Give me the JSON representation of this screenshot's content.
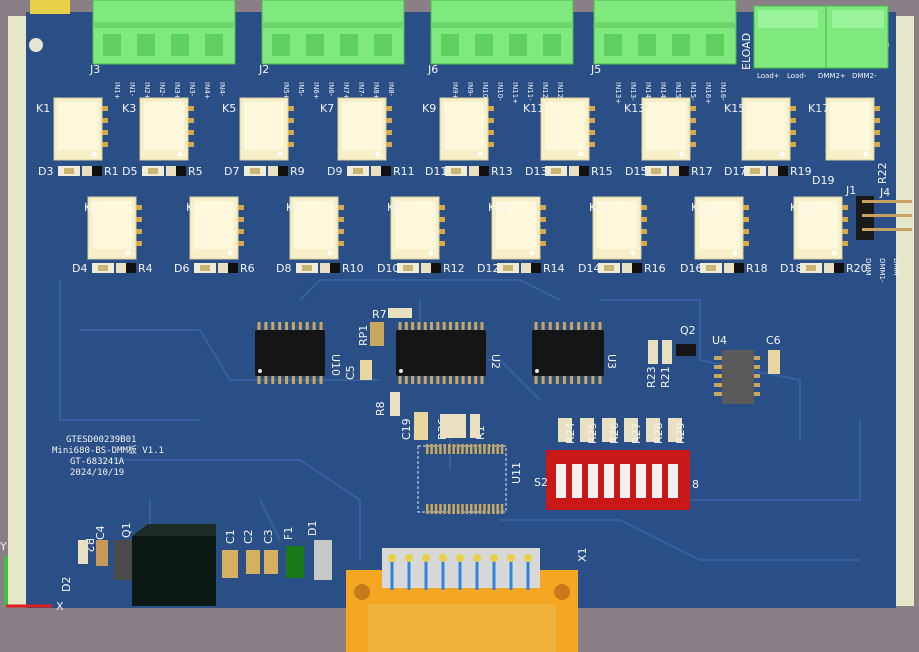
{
  "board_info": {
    "part_number": "GTESD00239B01",
    "board_name": "Mini680-BS-DMM板 V1.1",
    "sub_id": "GT-683241A",
    "date": "2024/10/19"
  },
  "connectors": [
    {
      "ref": "J3",
      "pins": [
        "IN1+",
        "IN1-",
        "IN2+",
        "IN2-",
        "IN3+",
        "IN3-",
        "IN4+",
        "IN4-"
      ]
    },
    {
      "ref": "J2",
      "pins": [
        "IN5+",
        "IN5-",
        "IN6+",
        "IN6-",
        "IN7+",
        "IN7-",
        "IN8+",
        "IN8-"
      ]
    },
    {
      "ref": "J6",
      "pins": [
        "IN9+",
        "IN9-",
        "IN10+",
        "IN10-",
        "IN11+",
        "IN11-",
        "IN12+",
        "IN12-"
      ]
    },
    {
      "ref": "J5",
      "pins": [
        "IN13+",
        "IN13-",
        "IN14+",
        "IN14-",
        "IN15+",
        "IN15-",
        "IN16+",
        "IN16-"
      ]
    }
  ],
  "eload": {
    "ref": "ELOAD",
    "labels": [
      "Load+",
      "Load-",
      "DMM2+",
      "DMM2-"
    ]
  },
  "relays_top": [
    "K1",
    "K3",
    "K5",
    "K7",
    "K9",
    "K11",
    "K13",
    "K15",
    "K17"
  ],
  "relays_bottom": [
    "K2",
    "K4",
    "K6",
    "K8",
    "K10",
    "K12",
    "K14",
    "K16"
  ],
  "led_row_top": [
    {
      "d": "D3",
      "r": "R1"
    },
    {
      "d": "D5",
      "r": "R5"
    },
    {
      "d": "D7",
      "r": "R9"
    },
    {
      "d": "D9",
      "r": "R11"
    },
    {
      "d": "D11",
      "r": "R13"
    },
    {
      "d": "D13",
      "r": "R15"
    },
    {
      "d": "D15",
      "r": "R17"
    },
    {
      "d": "D17",
      "r": "R19"
    }
  ],
  "led_row_bottom": [
    {
      "d": "D4",
      "r": "R4"
    },
    {
      "d": "D6",
      "r": "R6"
    },
    {
      "d": "D8",
      "r": "R10"
    },
    {
      "d": "D10",
      "r": "R12"
    },
    {
      "d": "D12",
      "r": "R14"
    },
    {
      "d": "D14",
      "r": "R16"
    },
    {
      "d": "D16",
      "r": "R18"
    },
    {
      "d": "D18",
      "r": "R20"
    }
  ],
  "extra_labels": {
    "d19": "D19",
    "r22": "R22",
    "j1": "J1",
    "j4": "J4",
    "dmm_a": "DMM",
    "dmm_b": "DMM1-",
    "dmm_c": "DMM"
  },
  "ics": [
    {
      "ref": "U10"
    },
    {
      "ref": "U2"
    },
    {
      "ref": "U3"
    },
    {
      "ref": "U4"
    },
    {
      "ref": "U11"
    }
  ],
  "small_parts": {
    "r7": "R7",
    "rp1": "RP1",
    "c5": "C5",
    "q2": "Q2",
    "r23": "R23",
    "r21": "R21",
    "c6": "C6",
    "r8": "R8",
    "c19": "C19",
    "r36": "R36",
    "r1b": "R1",
    "s2": "S2",
    "r_res": [
      "R24",
      "R25",
      "R26",
      "R27",
      "R28",
      "R29"
    ],
    "s2_suffix": "8"
  },
  "power": {
    "r2": "R2",
    "c4": "C4",
    "q1": "Q1",
    "d2": "D2",
    "c1": "C1",
    "c2": "C2",
    "c3": "C3",
    "f1": "F1",
    "d1": "D1"
  },
  "x1": "X1",
  "axes": {
    "y": "Y",
    "x": "X"
  },
  "colors": {
    "pcb": "#2a4f87",
    "trace": "#305a96",
    "terminal": "#7fe87f",
    "relay": "#f7efc8",
    "ic": "#151515",
    "dip": "#c81818",
    "connector": "#f5a623"
  }
}
